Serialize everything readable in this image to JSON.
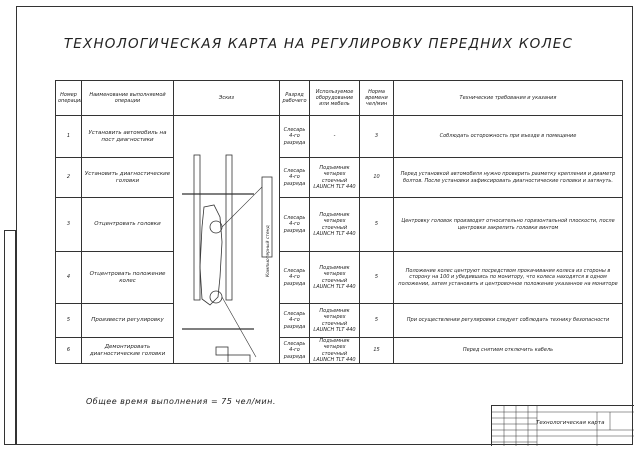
{
  "title": "ТЕХНОЛОГИЧЕСКАЯ КАРТА НА РЕГУЛИРОВКУ ПЕРЕДНИХ КОЛЕС",
  "table": {
    "headers": {
      "num": "Номер операции",
      "name": "Наименование выполняемой операции",
      "sketch": "Эскиз",
      "grade": "Разряд рабочего",
      "equipment": "Используемое оборудование или мебель",
      "norm": "Норма времени чел/мин",
      "req": "Технические требования и указания"
    },
    "rows": [
      {
        "num": "1",
        "name": "Установить автомобиль на пост диагностики",
        "grade": "Слесарь 4-го разряда",
        "equipment": "-",
        "norm": "3",
        "req": "Соблюдать осторожность при въезде в помещение"
      },
      {
        "num": "2",
        "name": "Установить диагностические головки",
        "grade": "Слесарь 4-го разряда",
        "equipment": "Подъемник четырех стоечный LAUNCH TLT 440",
        "norm": "10",
        "req": "Перед установкой автомобиля нужно проверить разметку крепления и диаметр болтов. После установки зафиксировать диагностические головки и затянуть."
      },
      {
        "num": "3",
        "name": "Отцентровать головки",
        "grade": "Слесарь 4-го разряда",
        "equipment": "Подъемник четырех стоечный LAUNCH TLT 440",
        "norm": "5",
        "req": "Центровку головок производят относительно горизонтальной плоскости, после центровки закрепить головки винтом"
      },
      {
        "num": "4",
        "name": "Отцентровать положение колес",
        "grade": "Слесарь 4-го разряда",
        "equipment": "Подъемник четырех стоечный LAUNCH TLT 440",
        "norm": "5",
        "req": "Положение колес центруют посредством прокачивания колеса из стороны в сторону на 100 и убедившись по монитору, что колеса находятся в одном положении, затем установить и центровочное положение указанное на мониторе"
      },
      {
        "num": "5",
        "name": "Произвести регулировку",
        "grade": "Слесарь 4-го разряда",
        "equipment": "Подъемник четырех стоечный LAUNCH TLT 440",
        "norm": "5",
        "req": "При осуществлении регулировки следует соблюдать технику безопасности"
      },
      {
        "num": "6",
        "name": "Демонтировать диагностические головки",
        "grade": "Слесарь 4-го разряда",
        "equipment": "Подъемник четырех стоечный LAUNCH TLT 440",
        "norm": "15",
        "req": "Перед снятием отключить кабель"
      }
    ],
    "sketch_label": "Компьютерный стенд"
  },
  "footer": "Общее время выполнения = 75 чел/мин.",
  "stamp": {
    "doc_name": "Технологическая карта"
  }
}
